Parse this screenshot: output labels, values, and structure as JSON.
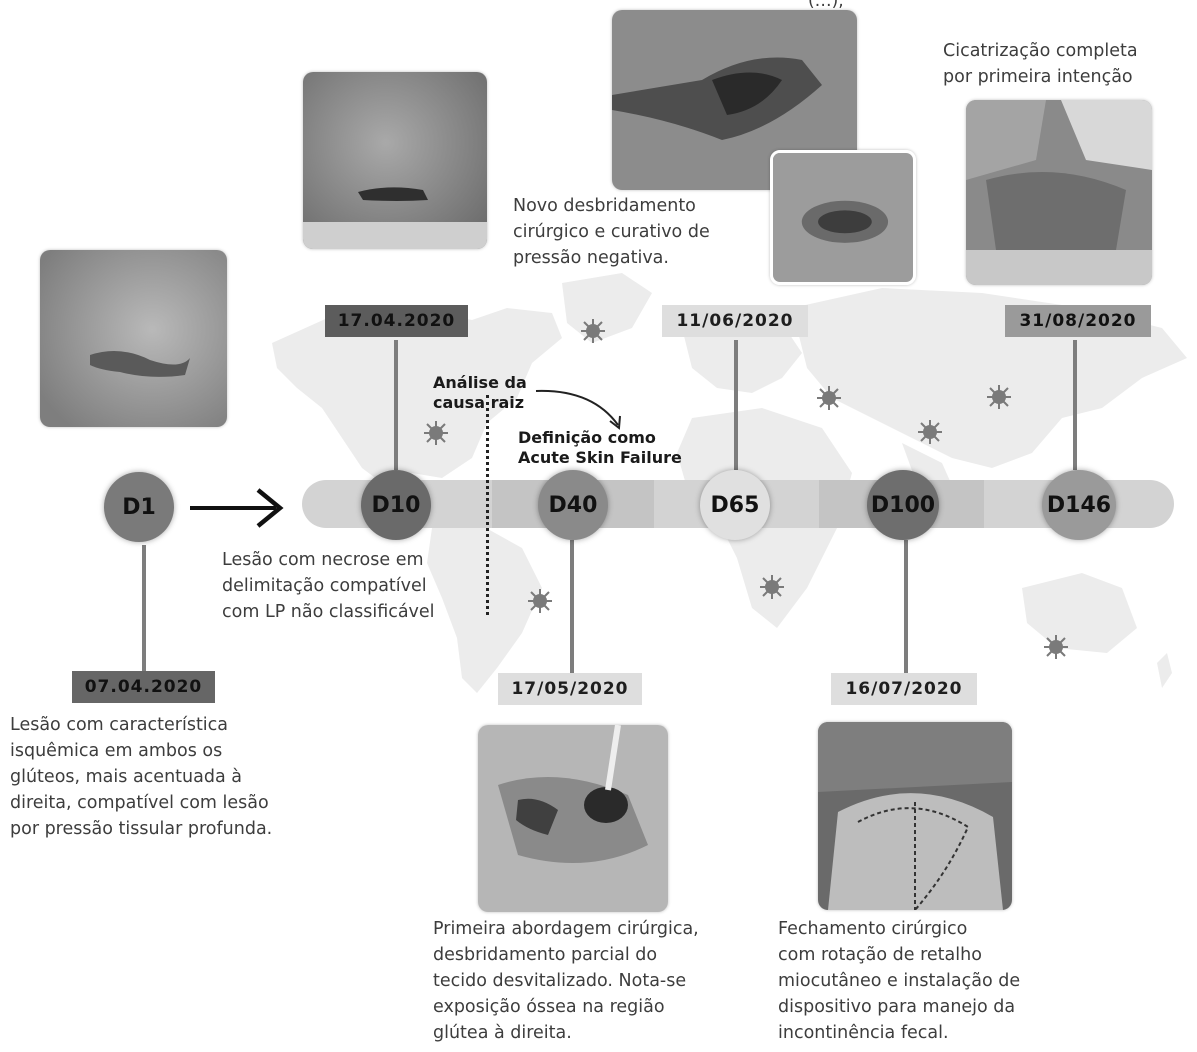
{
  "timeline": [
    {
      "day": "D1",
      "date": "07.04.2020",
      "caption": "Lesão com característica\nisquêmica em ambos os\nglúteos, mais acentuada à\ndireita, compatível com lesão\npor pressão tissular profunda."
    },
    {
      "day": "D10",
      "date": "17.04.2020",
      "caption": "Lesão com necrose em\ndelimitação compatível\ncom LP não classificável"
    },
    {
      "day": "D40",
      "date": "17/05/2020",
      "caption": "Primeira abordagem cirúrgica,\ndesbridamento parcial do\ntecido desvitalizado. Nota-se\nexposição óssea na região\nglútea à direita."
    },
    {
      "day": "D65",
      "date": "11/06/2020",
      "caption": "Novo desbridamento\ncirúrgico e curativo de\npressão negativa."
    },
    {
      "day": "D100",
      "date": "16/07/2020",
      "caption": "Fechamento cirúrgico\ncom rotação de retalho\nmiocutâneo e instalação de\ndispositivo para manejo da\nincontinência fecal."
    },
    {
      "day": "D146",
      "date": "31/08/2020",
      "caption": "Cicatrização completa\npor primeira intenção"
    }
  ],
  "annotations": {
    "root_cause": "Análise da\ncausa raiz",
    "definition": "Definição como\nAcute Skin Failure"
  },
  "top_partial_text": "(…),",
  "colors": {
    "bar_light": "#d3d3d3",
    "bar_mid": "#bdbdbd",
    "circle_dark": "#6e6e6e",
    "circle_mid": "#8a8a8a",
    "circle_light": "#e0e0e0",
    "date_dark": "#5f5f5f",
    "date_light": "#dedede",
    "map": "#ececec"
  }
}
